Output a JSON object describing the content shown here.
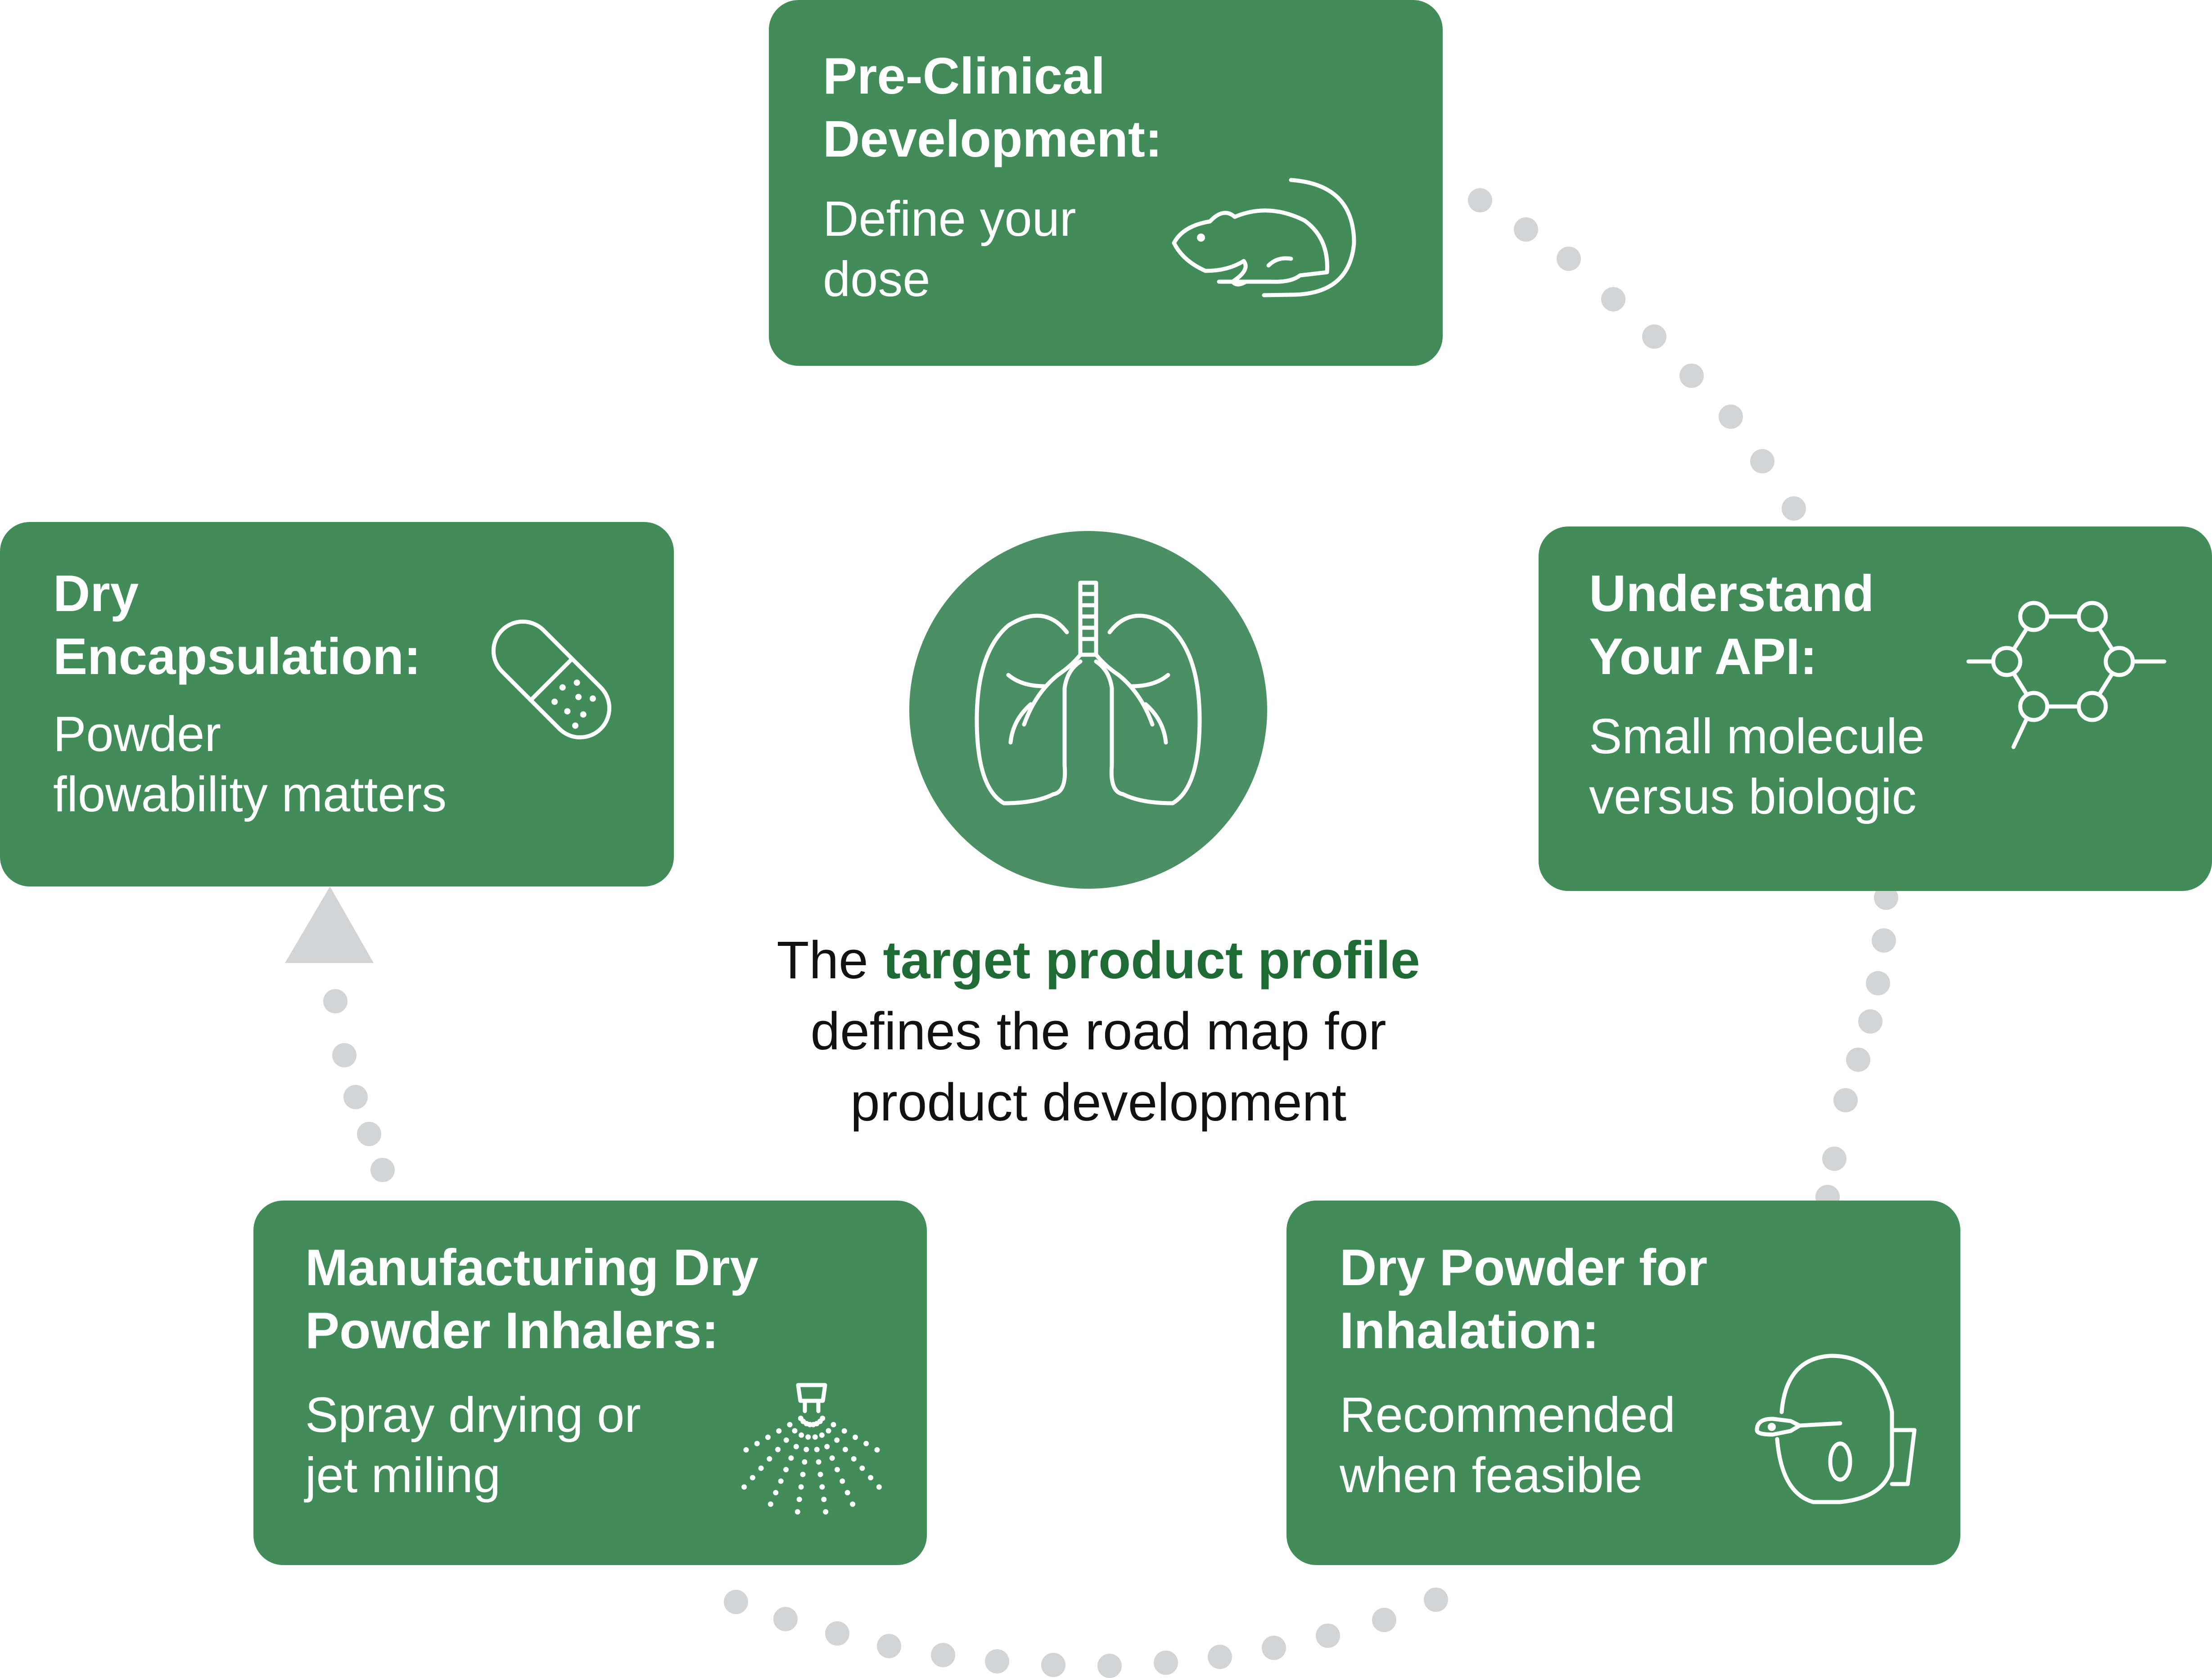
{
  "colors": {
    "box_fill": "#428c59",
    "circle_fill": "#4b9065",
    "highlight_text": "#1f6b35",
    "dotted_path": "#d3d4d5",
    "body_text": "#111111"
  },
  "center": {
    "icon": "lungs-icon",
    "text_before": "The ",
    "text_highlight": "target product profile",
    "line2": "defines the road map for",
    "line3": "product development"
  },
  "steps": {
    "preclinical": {
      "title_line1": "Pre-Clinical",
      "title_line2": "Development:",
      "desc_line1": "Define your",
      "desc_line2": "dose",
      "icon": "rat-icon"
    },
    "api": {
      "title_line1": "Understand",
      "title_line2": "Your API:",
      "desc_line1": "Small molecule",
      "desc_line2": "versus biologic",
      "icon": "molecule-icon"
    },
    "inhalation": {
      "title_line1": "Dry Powder for",
      "title_line2": "Inhalation:",
      "desc_line1": "Recommended",
      "desc_line2": "when feasible",
      "icon": "inhaler-icon"
    },
    "manufacturing": {
      "title_line1": "Manufacturing Dry",
      "title_line2": "Powder Inhalers:",
      "desc_line1": "Spray drying or",
      "desc_line2": "jet miling",
      "icon": "spray-nozzle-icon"
    },
    "encapsulation": {
      "title_line1": "Dry",
      "title_line2": "Encapsulation:",
      "desc_line1": "Powder",
      "desc_line2": "flowability matters",
      "icon": "capsule-icon"
    }
  }
}
